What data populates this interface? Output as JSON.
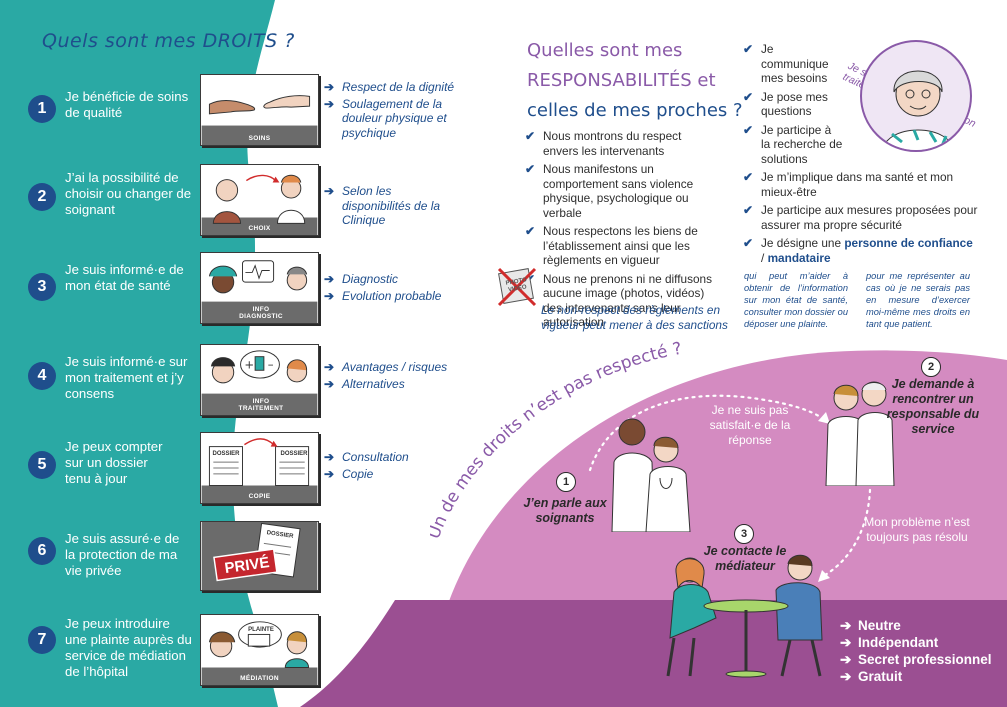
{
  "colors": {
    "teal": "#2aa9a4",
    "navy": "#1f4e8c",
    "purple": "#8a5aa8",
    "pink": "#d48bc1",
    "plum": "#9b4f92"
  },
  "rights": {
    "title": "Quels sont mes DROITS ?",
    "items": [
      {
        "num": "1",
        "text": "Je bénéficie de soins de qualité",
        "card_label": "SOINS",
        "icon": "hands-icon",
        "points": [
          "Respect de la dignité",
          "Soulagement de la douleur physique et psychique"
        ]
      },
      {
        "num": "2",
        "text": "J’ai la possibilité de choisir ou changer de soignant",
        "card_label": "CHOIX",
        "icon": "choice-icon",
        "points": [
          "Selon les disponibilités de la Clinique"
        ]
      },
      {
        "num": "3",
        "text": "Je suis informé·e de mon état de santé",
        "card_label": "INFO DIAGNOSTIC",
        "icon": "diagnostic-icon",
        "points": [
          "Diagnostic",
          "Evolution probable"
        ]
      },
      {
        "num": "4",
        "text": "Je suis informé·e sur mon traitement et j’y consens",
        "card_label": "INFO TRAITEMENT",
        "icon": "treatment-icon",
        "points": [
          "Avantages / risques",
          "Alternatives"
        ]
      },
      {
        "num": "5",
        "text": "Je peux compter sur un dossier tenu à jour",
        "card_label": "COPIE",
        "icon": "dossier-icon",
        "card_extra": [
          "DOSSIER",
          "DOSSIER"
        ],
        "points": [
          "Consultation",
          "Copie"
        ]
      },
      {
        "num": "6",
        "text": "Je suis assuré·e de la protection de ma vie privée",
        "card_label": "",
        "icon": "privacy-icon",
        "card_extra": [
          "PRIVÉ",
          "DOSSIER"
        ],
        "points": []
      },
      {
        "num": "7",
        "text": "Je peux introduire une plainte auprès du service de médiation de l’hôpital",
        "card_label": "MÉDIATION",
        "icon": "complaint-icon",
        "card_extra": [
          "PLAINTE"
        ],
        "points": []
      }
    ]
  },
  "responsibilities": {
    "title_1": "Quelles sont mes",
    "title_2": "RESPONSABILITÉS et",
    "title_3": "celles de mes proches ?",
    "items": [
      "Nous montrons du respect envers les intervenants",
      "Nous manifestons un comportement sans violence physique, psychologique ou verbale",
      "Nous respectons les biens de l’établissement ainsi que les règlements en vigueur",
      "Nous ne prenons ni ne diffusons aucune image (photos, vidéos) des intervenants sans leur autorisation"
    ],
    "no_photo_label": "PHOTO VIDÉO",
    "note": "Le non-respect des règlements en vigueur peut mener à des sanctions"
  },
  "partner": {
    "label": "Je suis PARTENAIRE de mon traitement",
    "items": [
      "Je communique mes besoins",
      "Je pose mes questions",
      "Je participe à la recherche de solutions",
      "Je m’implique dans ma santé et mon mieux-être",
      "Je participe aux mesures proposées pour assurer ma propre sécurité"
    ],
    "last_prefix": "Je désigne une",
    "last_person": "personne de confiance",
    "last_sep": " / ",
    "last_mandataire": "mandataire",
    "note_confiance": "qui peut m’aider à obtenir de l’information sur mon état de santé, consulter mon dossier ou déposer une plainte.",
    "note_mandataire": "pour me représenter au cas où je ne serais pas en mesure d’exercer moi-même mes droits en tant que patient."
  },
  "escalation": {
    "arc_title": "Un de mes droits n’est pas respecté ?",
    "step1_num": "1",
    "step1_text": "J’en parle aux soignants",
    "transition_1": "Je ne suis pas satisfait·e de la réponse",
    "step2_num": "2",
    "step2_text": "Je demande à rencontrer un responsable du service",
    "transition_2": "Mon problème n’est toujours pas résolu",
    "step3_num": "3",
    "step3_text": "Je contacte le médiateur",
    "features": [
      "Neutre",
      "Indépendant",
      "Secret professionnel",
      "Gratuit"
    ]
  }
}
